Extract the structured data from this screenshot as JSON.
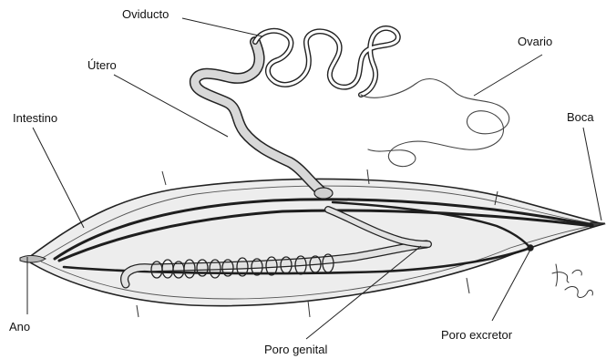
{
  "labels": {
    "oviducto": "Oviducto",
    "ovario": "Ovario",
    "utero": "Útero",
    "intestino": "Intestino",
    "boca": "Boca",
    "ano": "Ano",
    "poro_genital": "Poro genital",
    "poro_excretor": "Poro excretor"
  },
  "colors": {
    "ink": "#222222",
    "body_fill": "#ededed",
    "organ_fill": "#e2e2e2",
    "background": "#ffffff"
  }
}
